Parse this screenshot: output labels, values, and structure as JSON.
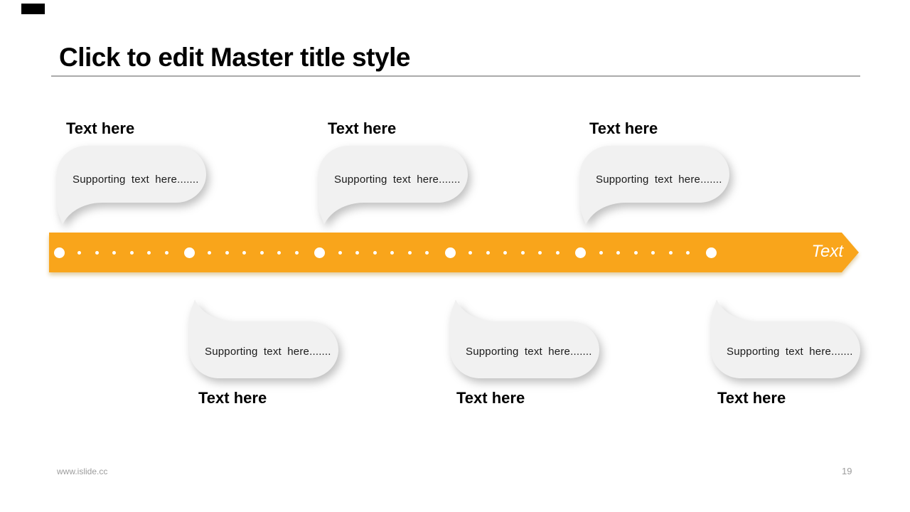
{
  "slide": {
    "title": "Click to edit Master title style",
    "footer": "www.islide.cc",
    "page_number": "19"
  },
  "timeline": {
    "label": "Text",
    "color": "#F9A51B",
    "big_dot_count": 6,
    "small_dots_per_gap": 6
  },
  "bubbles": [
    {
      "label": "Text here",
      "text": "Supporting text here.......",
      "row": "top"
    },
    {
      "label": "Text here",
      "text": "Supporting text here.......",
      "row": "top"
    },
    {
      "label": "Text here",
      "text": "Supporting text here.......",
      "row": "top"
    },
    {
      "label": "Text here",
      "text": "Supporting text here.......",
      "row": "bottom"
    },
    {
      "label": "Text here",
      "text": "Supporting text here.......",
      "row": "bottom"
    },
    {
      "label": "Text here",
      "text": "Supporting text here.......",
      "row": "bottom"
    }
  ]
}
